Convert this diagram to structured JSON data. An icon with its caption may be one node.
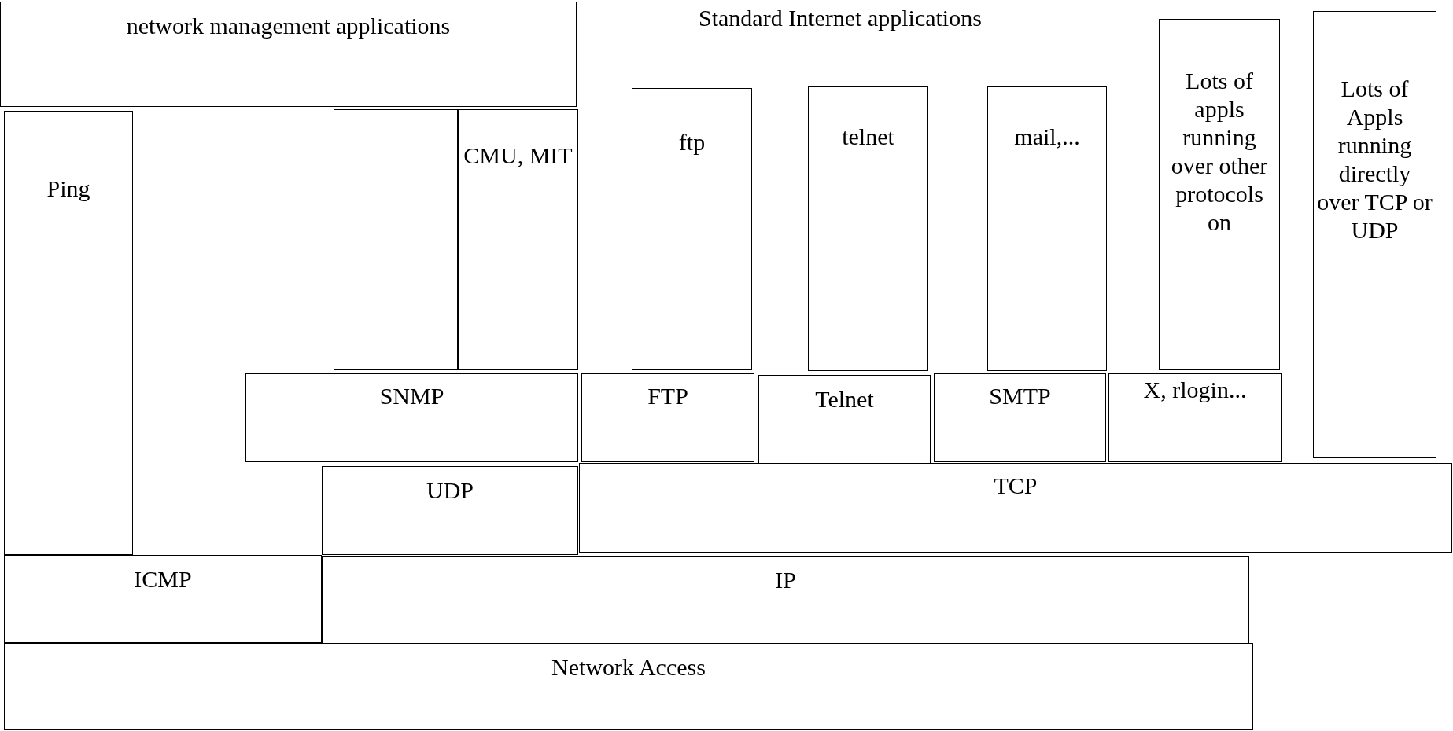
{
  "diagram": {
    "nodes": [
      {
        "text": [
          "network management applications"
        ]
      },
      {
        "text": [
          "Ping"
        ]
      },
      {
        "text": [],
        "shape": "box"
      },
      {
        "text": [
          "CMU, MIT"
        ]
      },
      {
        "text": [
          "ftp"
        ]
      },
      {
        "text": [
          "telnet"
        ]
      },
      {
        "text": [
          "mail,..."
        ]
      },
      {
        "text": [
          "Lots of appls running over other protocols on"
        ]
      },
      {
        "text": [
          "Lots of Appls running directly over TCP or UDP"
        ]
      },
      {
        "text": [
          "SNMP"
        ]
      },
      {
        "text": [
          "FTP"
        ]
      },
      {
        "text": [
          "Telnet"
        ]
      },
      {
        "text": [
          "SMTP"
        ]
      },
      {
        "text": [
          "X, rlogin..."
        ]
      },
      {
        "text": [
          "UDP"
        ]
      },
      {
        "text": [
          "TCP"
        ]
      },
      {
        "text": [
          "ICMP"
        ]
      },
      {
        "text": [
          "IP"
        ]
      },
      {
        "text": [
          "Network Access"
        ]
      }
    ],
    "labels": [
      "Standard Internet applications"
    ]
  }
}
